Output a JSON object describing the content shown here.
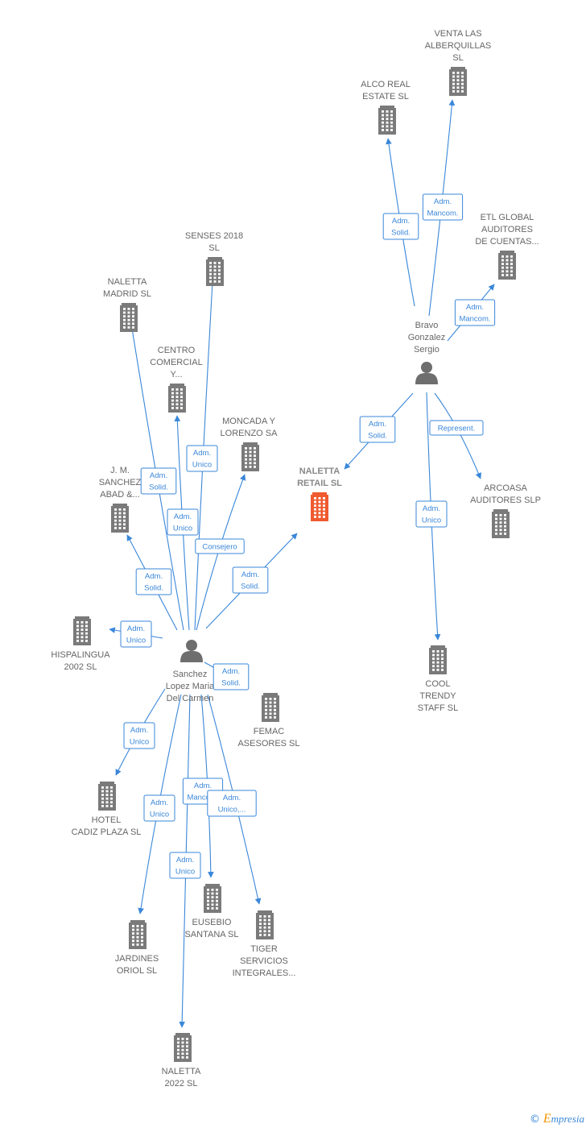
{
  "colors": {
    "edge": "#3a87d9",
    "building": "#7a7a7a",
    "focus_building": "#ef5a2f",
    "person": "#6e6e6e",
    "label": "#666666"
  },
  "footer": {
    "copyright": "©",
    "brand": "Empresia"
  },
  "nodes": [
    {
      "id": "focus",
      "type": "company",
      "focus": true,
      "label": [
        "NALETTA",
        "RETAIL  SL"
      ]
    },
    {
      "id": "sanchez",
      "type": "person",
      "label": [
        "Sanchez",
        "Lopez Maria",
        "Del Carmen"
      ]
    },
    {
      "id": "bravo",
      "type": "person",
      "label": [
        "Bravo",
        "Gonzalez",
        "Sergio"
      ]
    },
    {
      "id": "venta",
      "type": "company",
      "label": [
        "VENTA LAS",
        "ALBERQUILLAS",
        "SL"
      ]
    },
    {
      "id": "alco",
      "type": "company",
      "label": [
        "ALCO REAL",
        "ESTATE  SL"
      ]
    },
    {
      "id": "etl",
      "type": "company",
      "label": [
        "ETL GLOBAL",
        "AUDITORES",
        "DE CUENTAS..."
      ]
    },
    {
      "id": "arcoasa",
      "type": "company",
      "label": [
        "ARCOASA",
        "AUDITORES SLP"
      ]
    },
    {
      "id": "cool",
      "type": "company",
      "label": [
        "COOL",
        "TRENDY",
        "STAFF SL"
      ]
    },
    {
      "id": "senses",
      "type": "company",
      "label": [
        "SENSES 2018",
        "SL"
      ]
    },
    {
      "id": "nmadrid",
      "type": "company",
      "label": [
        "NALETTA",
        "MADRID  SL"
      ]
    },
    {
      "id": "centro",
      "type": "company",
      "label": [
        "CENTRO",
        "COMERCIAL",
        "Y..."
      ]
    },
    {
      "id": "moncada",
      "type": "company",
      "label": [
        "MONCADA Y",
        "LORENZO SA"
      ]
    },
    {
      "id": "jm",
      "type": "company",
      "label": [
        "J.  M.",
        "SANCHEZ",
        "ABAD &..."
      ]
    },
    {
      "id": "hispa",
      "type": "company",
      "label": [
        "HISPALINGUA",
        "2002  SL"
      ]
    },
    {
      "id": "femac",
      "type": "company",
      "label": [
        "FEMAC",
        "ASESORES  SL"
      ]
    },
    {
      "id": "hotel",
      "type": "company",
      "label": [
        "HOTEL",
        "CADIZ PLAZA SL"
      ]
    },
    {
      "id": "jardines",
      "type": "company",
      "label": [
        "JARDINES",
        "ORIOL  SL"
      ]
    },
    {
      "id": "eusebio",
      "type": "company",
      "label": [
        "EUSEBIO",
        "SANTANA SL"
      ]
    },
    {
      "id": "tiger",
      "type": "company",
      "label": [
        "TIGER",
        "SERVICIOS",
        "INTEGRALES..."
      ]
    },
    {
      "id": "n2022",
      "type": "company",
      "label": [
        "NALETTA",
        "2022  SL"
      ]
    }
  ],
  "edges": [
    {
      "from": "bravo",
      "to": "alco",
      "label": [
        "Adm.",
        "Solid."
      ]
    },
    {
      "from": "bravo",
      "to": "venta",
      "label": [
        "Adm.",
        "Mancom."
      ]
    },
    {
      "from": "bravo",
      "to": "etl",
      "label": [
        "Adm.",
        "Mancom."
      ]
    },
    {
      "from": "bravo",
      "to": "focus",
      "label": [
        "Adm.",
        "Solid."
      ]
    },
    {
      "from": "bravo",
      "to": "arcoasa",
      "label": [
        "Represent."
      ]
    },
    {
      "from": "bravo",
      "to": "cool",
      "label": [
        "Adm.",
        "Unico"
      ]
    },
    {
      "from": "sanchez",
      "to": "senses",
      "label": [
        "Adm.",
        "Unico"
      ]
    },
    {
      "from": "sanchez",
      "to": "nmadrid",
      "label": [
        "Adm.",
        "Solid."
      ]
    },
    {
      "from": "sanchez",
      "to": "centro",
      "label": [
        "Adm.",
        "Unico"
      ]
    },
    {
      "from": "sanchez",
      "to": "moncada",
      "label": [
        "Consejero"
      ]
    },
    {
      "from": "sanchez",
      "to": "focus",
      "label": [
        "Adm.",
        "Solid."
      ]
    },
    {
      "from": "sanchez",
      "to": "jm",
      "label": [
        "Adm.",
        "Solid."
      ]
    },
    {
      "from": "sanchez",
      "to": "hispa",
      "label": [
        "Adm.",
        "Unico"
      ]
    },
    {
      "from": "sanchez",
      "to": "femac",
      "label": [
        "Adm.",
        "Solid."
      ]
    },
    {
      "from": "sanchez",
      "to": "hotel",
      "label": [
        "Adm.",
        "Unico"
      ]
    },
    {
      "from": "sanchez",
      "to": "jardines",
      "label": [
        "Adm.",
        "Unico"
      ]
    },
    {
      "from": "sanchez",
      "to": "eusebio",
      "label": [
        "Adm.",
        "Mancom."
      ]
    },
    {
      "from": "sanchez",
      "to": "tiger",
      "label": [
        "Adm.",
        "Unico,..."
      ]
    },
    {
      "from": "sanchez",
      "to": "n2022",
      "label": [
        "Adm.",
        "Unico"
      ]
    }
  ]
}
